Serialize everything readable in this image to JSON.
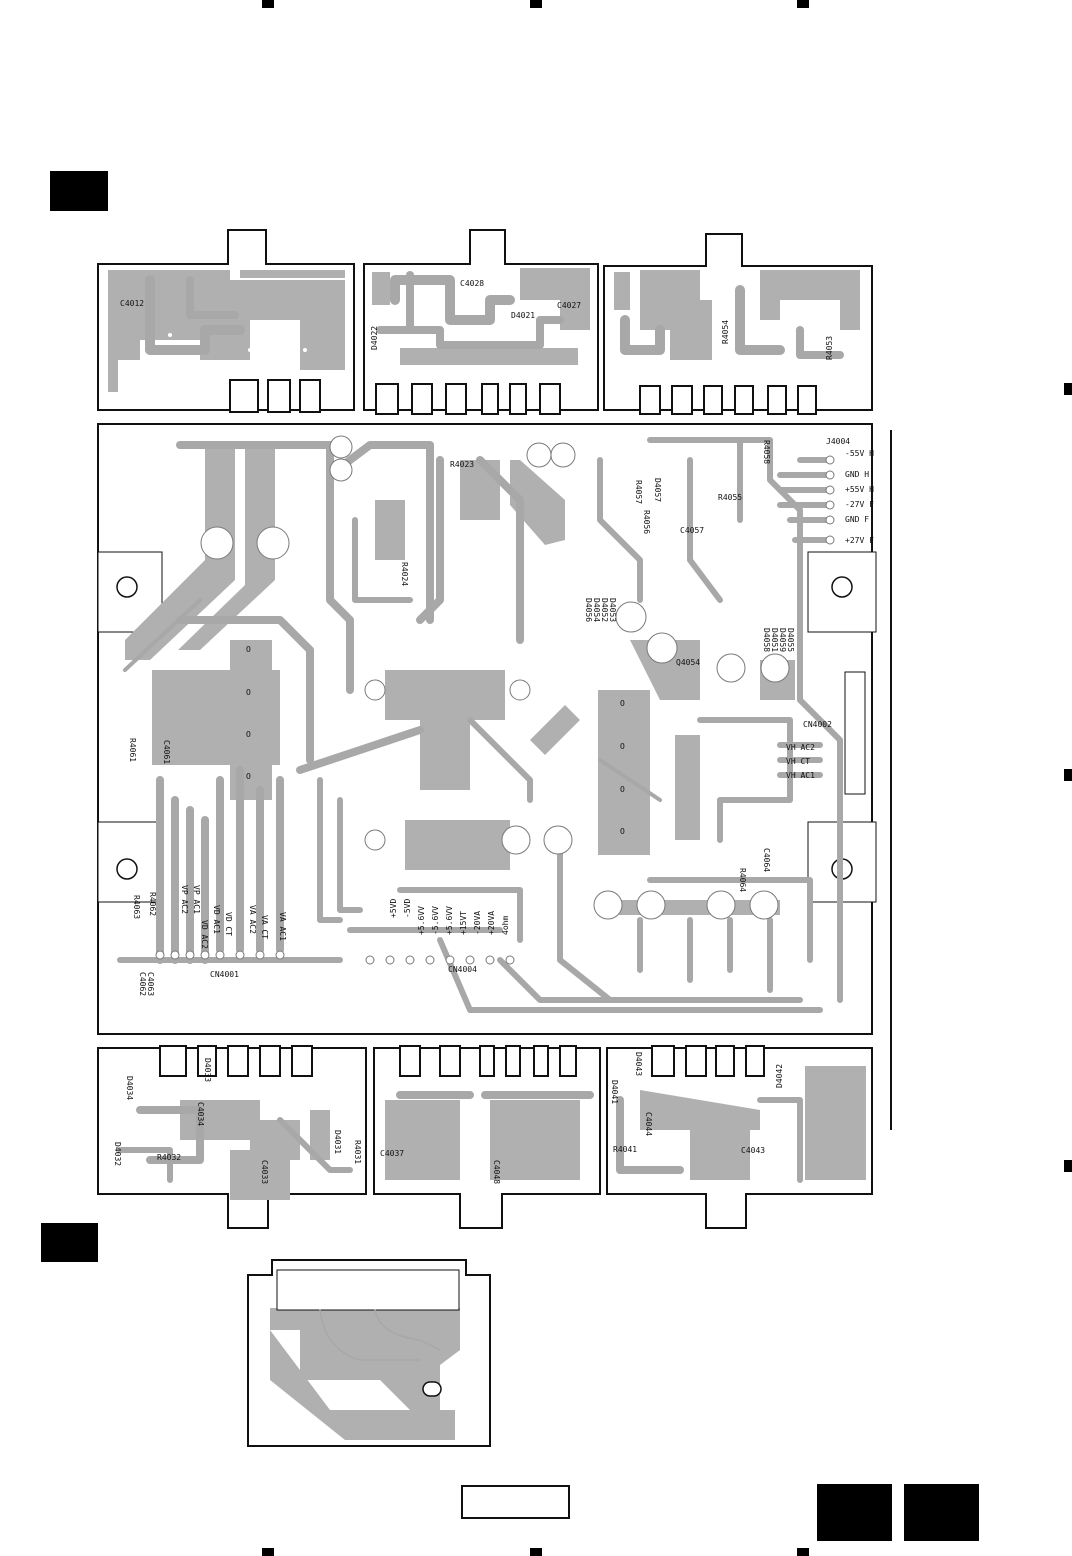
{
  "labels": {
    "c4012": "C4012",
    "c4028": "C4028",
    "c4027": "C4027",
    "d4021": "D4021",
    "d4022": "D4022",
    "r4054": "R4054",
    "r4053": "R4053",
    "r4023": "R4023",
    "r4024": "R4024",
    "r4058": "R4058",
    "j4004": "J4004",
    "r4057": "R4057",
    "r4056": "R4056",
    "d4057": "D4057",
    "r4055": "R4055",
    "c4057": "C4057",
    "d4053": "D4053",
    "d4052": "D4052",
    "d4054": "D4054",
    "d4056": "D4056",
    "d4055": "D4055",
    "d4059": "D4059",
    "d4051": "D4051",
    "d4058": "D4058",
    "q4054": "Q4054",
    "cn4002": "CN4002",
    "r4061": "R4061",
    "c4061": "C4061",
    "r4062": "R4062",
    "r4063": "R4063",
    "c4062": "C4062",
    "c4063": "C4063",
    "cn4001": "CN4001",
    "cn4004": "CN4004",
    "c4064": "C4064",
    "r4064": "R4064",
    "d4033": "D4033",
    "d4034": "D4034",
    "c4034": "C4034",
    "d4032": "D4032",
    "r4032": "R4032",
    "d4031": "D4031",
    "r4031": "R4031",
    "c4033": "C4033",
    "c4037": "C4037",
    "c4048": "C4048",
    "d4043": "D4043",
    "d4041": "D4041",
    "c4044": "C4044",
    "r4041": "R4041",
    "c4043": "C4043",
    "d4042": "D4042"
  },
  "j4004_pins": [
    "-55V H",
    "GND H",
    "+55V H",
    "-27V F",
    "GND F",
    "+27V F"
  ],
  "cn4002_pins": [
    "VH AC2",
    "VH CT",
    "VH AC1"
  ],
  "cn4001_pins": [
    "VP AC1",
    "VP AC2",
    "VD AC1",
    "VD CT",
    "VD AC2",
    "VA AC2",
    "VA CT",
    "VA AC1"
  ],
  "cn4004_pins": [
    "+5VD",
    "-5VD",
    "+5.6VV",
    "-5.6VV",
    "+5.6VV",
    "+15VT",
    "-20VA",
    "+20VA",
    "4ohm"
  ],
  "pad_mark": "O",
  "colors": {
    "copper": "#b0b0b0",
    "trace": "#a8a8a8",
    "outline": "#111111",
    "background": "#ffffff"
  }
}
